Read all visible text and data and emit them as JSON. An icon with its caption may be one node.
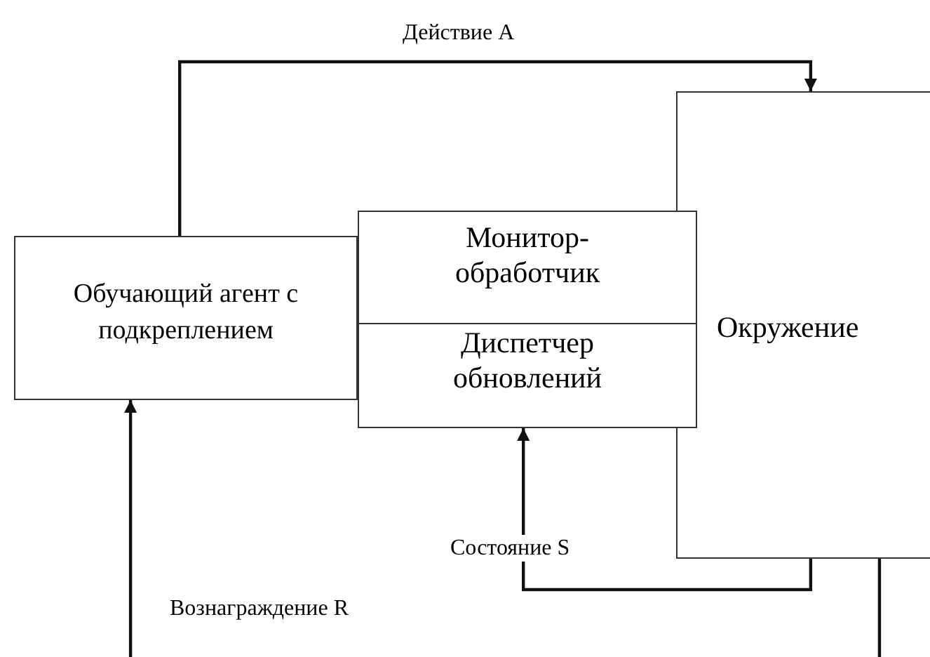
{
  "diagram": {
    "nodes": [
      {
        "text": [
          "Обучающий агент с подкреплением"
        ]
      },
      {
        "text": [
          "Монитор-обработчик"
        ]
      },
      {
        "text": [
          "Диспетчер обновлений"
        ]
      },
      {
        "text": [
          "Окружение"
        ]
      }
    ],
    "edges": [
      {
        "from": 0,
        "to": 3,
        "arrow": "to",
        "label": "Действие A"
      },
      {
        "from": 3,
        "to": 2,
        "arrow": "to",
        "label": "Состояние S"
      },
      {
        "from": null,
        "to": 0,
        "arrow": "to",
        "label": "Вознаграждение R"
      },
      {
        "from": 3,
        "to": null,
        "arrow": "none"
      }
    ]
  }
}
